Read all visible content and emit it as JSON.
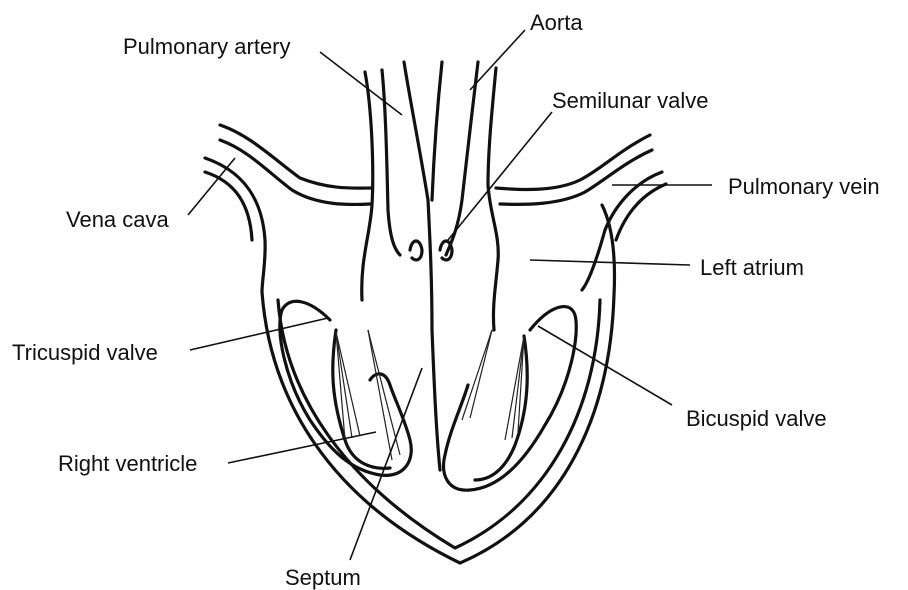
{
  "labels": {
    "aorta": "Aorta",
    "pulmonary_artery": "Pulmonary artery",
    "semilunar_valve": "Semilunar valve",
    "vena_cava": "Vena cava",
    "pulmonary_vein": "Pulmonary vein",
    "left_atrium": "Left atrium",
    "tricuspid_valve": "Tricuspid valve",
    "bicuspid_valve": "Bicuspid valve",
    "right_ventricle": "Right ventricle",
    "septum": "Septum"
  },
  "colors": {
    "line": "#111111",
    "background": "#ffffff"
  }
}
